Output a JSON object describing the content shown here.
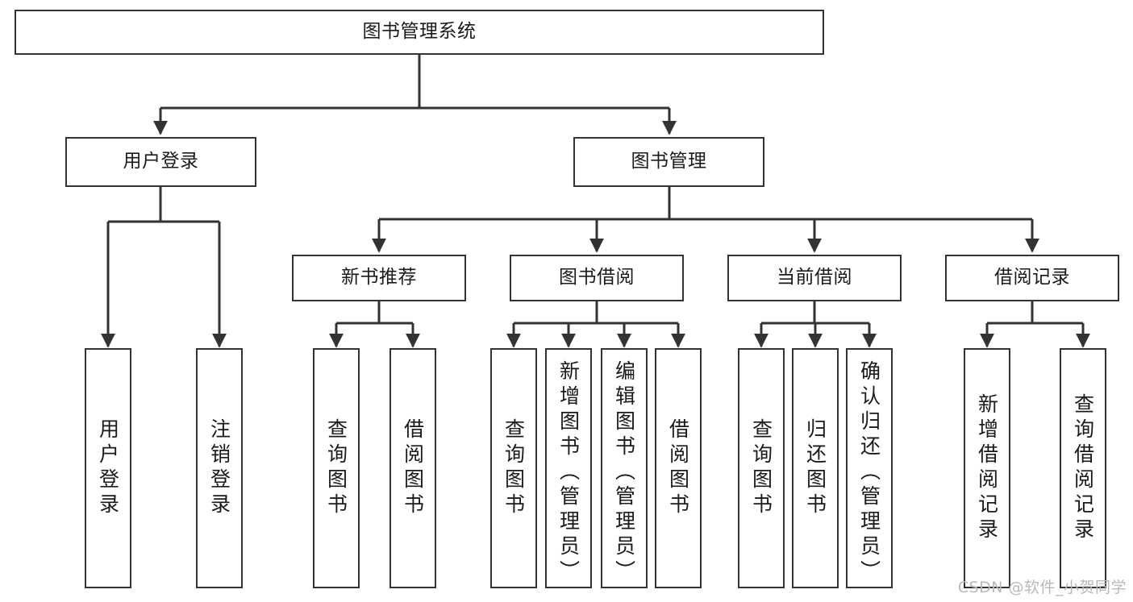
{
  "diagram": {
    "title": "图书管理系统",
    "type": "tree-hierarchy-diagram",
    "colors": {
      "box_border": "#333333",
      "box_fill": "#ffffff",
      "edge": "#333333",
      "text": "#1a1a1a",
      "watermark": "#b9b9b9"
    },
    "root": {
      "label": "图书管理系统"
    },
    "level2": [
      {
        "label": "用户登录"
      },
      {
        "label": "图书管理"
      }
    ],
    "level3": [
      {
        "label": "新书推荐"
      },
      {
        "label": "图书借阅"
      },
      {
        "label": "当前借阅"
      },
      {
        "label": "借阅记录"
      }
    ],
    "leaves": {
      "user_login": [
        {
          "label": "用户登录"
        },
        {
          "label": "注销登录"
        }
      ],
      "new_book_recommend": [
        {
          "label": "查询图书"
        },
        {
          "label": "借阅图书"
        }
      ],
      "book_borrow": [
        {
          "label": "查询图书"
        },
        {
          "label": "新增图书（管理员）"
        },
        {
          "label": "编辑图书（管理员）"
        },
        {
          "label": "借阅图书"
        }
      ],
      "current_borrow": [
        {
          "label": "查询图书"
        },
        {
          "label": "归还图书"
        },
        {
          "label": "确认归还（管理员）"
        }
      ],
      "borrow_record": [
        {
          "label": "新增借阅记录"
        },
        {
          "label": "查询借阅记录"
        }
      ]
    }
  },
  "watermark": {
    "text": "CSDN @软件_小贺同学"
  }
}
